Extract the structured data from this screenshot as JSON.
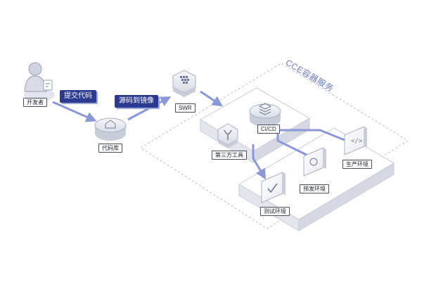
{
  "region_label": "CCE容器服务",
  "steps": {
    "commit": "提交代码",
    "mirror": "源码到镜像"
  },
  "nodes": {
    "developer": "开发者",
    "repo": "代码库",
    "swr": "SWR",
    "cicd": "CI/CD",
    "third_party": "第三方工具",
    "prod": "生产环境",
    "preprod": "预发环境",
    "test": "测试环境"
  },
  "colors": {
    "accent": "#2b3a8f",
    "arrow": "#8a97d8",
    "region": "#6b78c8"
  }
}
